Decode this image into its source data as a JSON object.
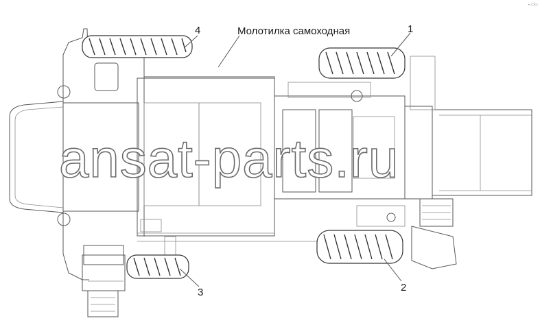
{
  "title": "Молотилка самоходная",
  "callouts": [
    {
      "id": "1",
      "text": "1"
    },
    {
      "id": "2",
      "text": "2"
    },
    {
      "id": "3",
      "text": "3"
    },
    {
      "id": "4",
      "text": "4"
    }
  ],
  "watermark": "ansat-parts.ru",
  "corner_mark": "⌐ ▭▭"
}
